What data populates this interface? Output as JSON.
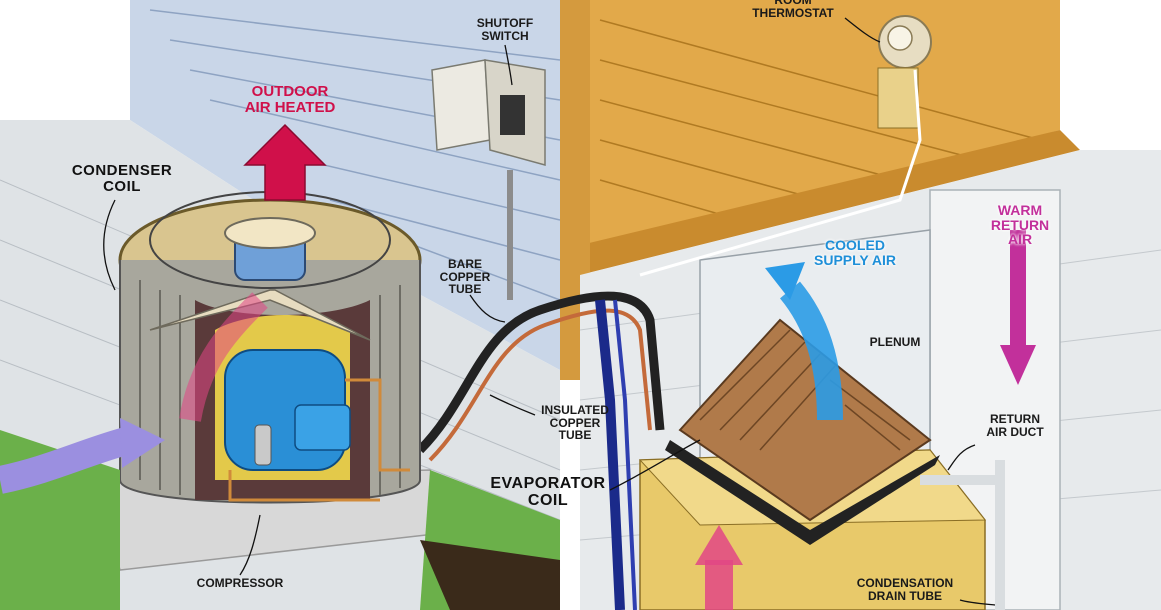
{
  "labels": {
    "room_thermostat": "ROOM\nTHERMOSTAT",
    "shutoff_switch": "SHUTOFF\nSWITCH",
    "outdoor_air_heated": "OUTDOOR\nAIR HEATED",
    "condenser_coil": "CONDENSER\nCOIL",
    "bare_copper_tube": "BARE\nCOPPER\nTUBE",
    "cooled_supply_air": "COOLED\nSUPPLY AIR",
    "warm_return_air": "WARM\nRETURN\nAIR",
    "plenum": "PLENUM",
    "insulated_copper_tube": "INSULATED\nCOPPER\nTUBE",
    "return_air_duct": "RETURN\nAIR DUCT",
    "evaporator_coil": "EVAPORATOR\nCOIL",
    "compressor": "COMPRESSOR",
    "condensation_drain_tube": "CONDENSATION\nDRAIN TUBE"
  },
  "colors": {
    "heated_air_arrow": "#d0104a",
    "cooled_air_arrow": "#1e8fd8",
    "return_air_arrow": "#c2309b",
    "intake_air_arrow": "#9b8fe0",
    "compressor_body": "#2a8fd6",
    "siding": "#c9d6e8",
    "floor_wood": "#e2a94a",
    "furnace": "#e8c96a"
  }
}
